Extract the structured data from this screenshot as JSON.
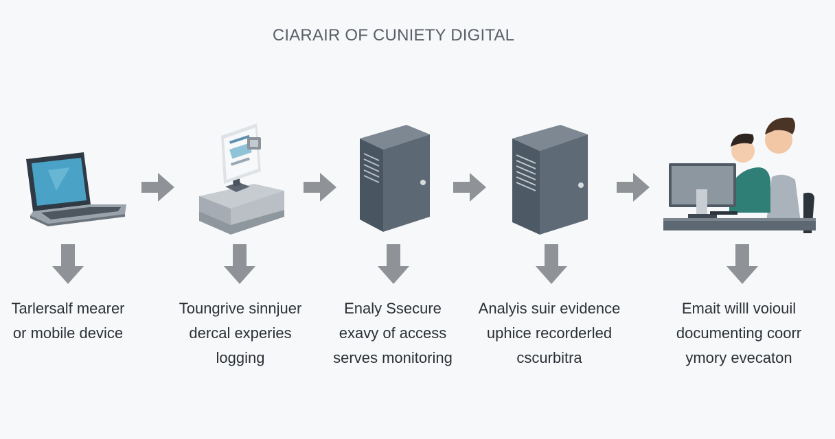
{
  "title": "CIARAIR OF CUNIETY DIGITAL",
  "steps": [
    {
      "icon": "laptop-icon",
      "lines": [
        "Tarlersalf mearer",
        "or mobile device"
      ]
    },
    {
      "icon": "workstation-icon",
      "lines": [
        "Toungrive sinnjuer",
        "dercal experies",
        "logging"
      ]
    },
    {
      "icon": "server-icon",
      "lines": [
        "Enaly Ssecure",
        "exavy of access",
        "serves monitoring"
      ]
    },
    {
      "icon": "server-icon",
      "lines": [
        "Analyis suir evidence",
        "uphice recorderled",
        "cscurbitra"
      ]
    },
    {
      "icon": "analysts-icon",
      "lines": [
        "Emait willl voiouil",
        "documenting coorr",
        "ymory evecaton"
      ]
    }
  ],
  "colors": {
    "arrow": "#8f9397",
    "server_front": "#5c6874",
    "server_top": "#7d8892",
    "laptop_screen": "#4aa2c6",
    "desk": "#5e6872"
  }
}
